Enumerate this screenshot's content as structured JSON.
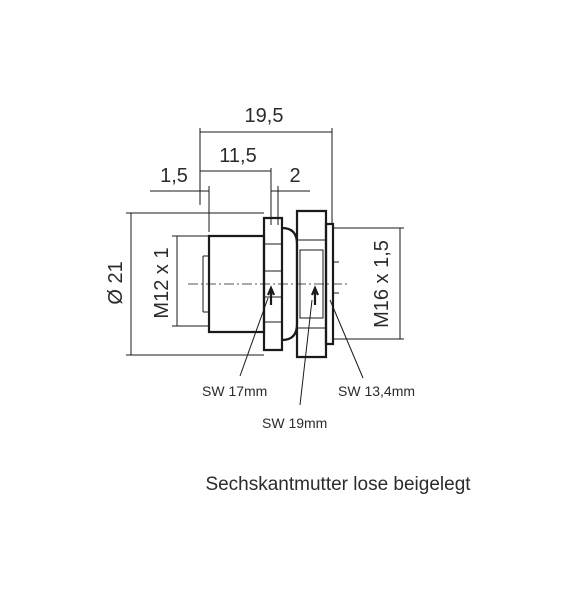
{
  "dimensions": {
    "overall_length": "19,5",
    "body_length": "11,5",
    "left_offset": "1,5",
    "right_offset": "2",
    "outer_diameter": "Ø 21",
    "front_thread": "M12 x 1",
    "rear_thread": "M16 x 1,5"
  },
  "wrench_sizes": {
    "front_nut": "SW 17mm",
    "flange": "SW 19mm",
    "rear_nut": "SW 13,4mm"
  },
  "note": "Sechskantmutter lose beigelegt",
  "colors": {
    "line": "#1a1a1a",
    "text": "#2b2b2b",
    "background": "#ffffff"
  }
}
